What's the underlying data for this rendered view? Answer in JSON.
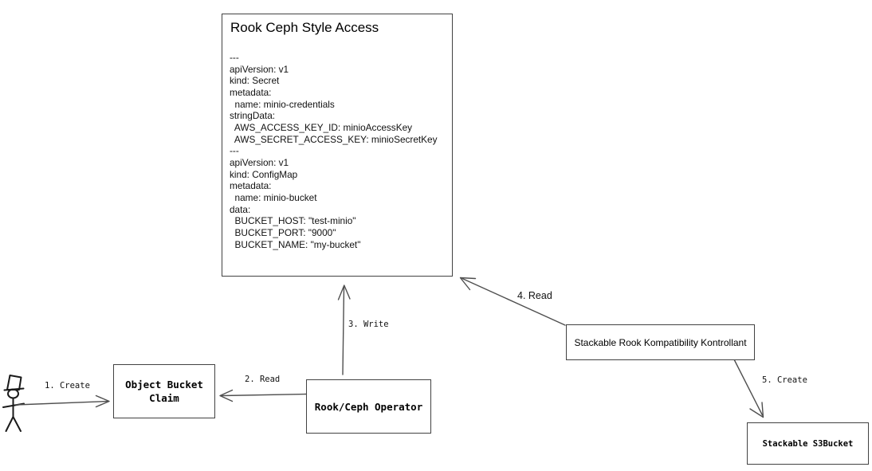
{
  "diagram": {
    "main_box": {
      "title": "Rook Ceph Style Access",
      "yaml_lines": [
        "---",
        "apiVersion: v1",
        "kind: Secret",
        "metadata:",
        "  name: minio-credentials",
        "stringData:",
        "  AWS_ACCESS_KEY_ID: minioAccessKey",
        "  AWS_SECRET_ACCESS_KEY: minioSecretKey",
        "---",
        "apiVersion: v1",
        "kind: ConfigMap",
        "metadata:",
        "  name: minio-bucket",
        "data:",
        "  BUCKET_HOST: \"test-minio\"",
        "  BUCKET_PORT: \"9000\"",
        "  BUCKET_NAME: \"my-bucket\""
      ]
    },
    "nodes": {
      "object_bucket_claim": {
        "label_line1": "Object Bucket",
        "label_line2": "Claim"
      },
      "rook_ceph_operator": {
        "label": "Rook/Ceph Operator"
      },
      "stackable_kontrollant": {
        "label": "Stackable Rook Kompatibility Kontrollant"
      },
      "stackable_s3bucket": {
        "label": "Stackable S3Bucket"
      }
    },
    "edges": {
      "create_1": {
        "label": "1. Create"
      },
      "read_2": {
        "label": "2. Read"
      },
      "write_3": {
        "label": "3. Write"
      },
      "read_4": {
        "label": "4. Read"
      },
      "create_5": {
        "label": "5. Create"
      }
    },
    "actor": {
      "icon": "stick-figure-top-hat"
    },
    "colors": {
      "stroke": "#4f4f4f",
      "box_border": "#424242",
      "text": "#000000",
      "background": "#ffffff"
    }
  }
}
